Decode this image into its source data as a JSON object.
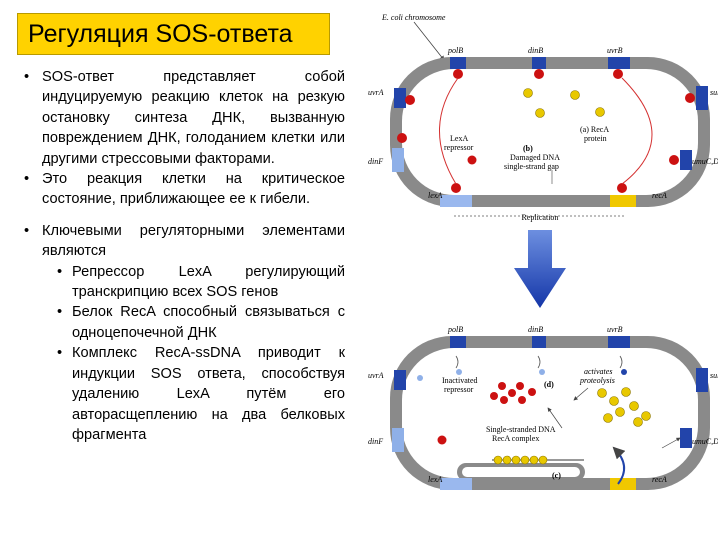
{
  "title": "Регуляция SOS-ответа",
  "bullets": [
    "SOS-ответ представляет собой индуцируемую реакцию клеток на резкую остановку синтеза ДНК, вызванную повреждением ДНК, голоданием клетки или другими стрессовыми факторами.",
    "Это реакция клетки на критическое состояние, приближающее ее к гибели.",
    "Ключевыми регуляторными элементами являются"
  ],
  "sub_bullets": [
    "Репрессор LexA регулирующий транскрипцию всех SOS генов",
    "Белок RecA способный связываться с одноцепочечной ДНК",
    "Комплекс RecA-ssDNA приводит к индукции SOS ответа, способствуя удалению LexA путём его авторасщеплению на два белковых фрагмента"
  ],
  "diagram": {
    "top_label": "E. coli chromosome",
    "genes": {
      "polB": "polB",
      "dinB": "dinB",
      "uvrB": "uvrB",
      "uvrA": "uvrA",
      "sulA": "sulA",
      "dinF": "dinF",
      "umuCD": "umuC,D",
      "lexA": "lexA",
      "recA": "recA"
    },
    "panel_b": {
      "letter": "(b)",
      "damaged": "Damaged DNA",
      "gap": "single-strand gap",
      "lexa_repressor": [
        "LexA",
        "repressor"
      ],
      "reca_protein": [
        "(a) RecA",
        "protein"
      ]
    },
    "replication": "Replication",
    "panel_d": {
      "letter": "(d)",
      "inactivated": [
        "Inactivated",
        "repressor"
      ],
      "activates": [
        "activates",
        "proteolysis"
      ]
    },
    "panel_c": {
      "letter": "(c)",
      "complex": [
        "Single-stranded DNA",
        "RecA complex"
      ]
    },
    "colors": {
      "title_bg": "#ffd200",
      "chromosome": "#808080",
      "gene_blue": "#2244aa",
      "gene_lightblue": "#8fb0e8",
      "gene_yellow": "#f0c800",
      "lexa": "#cc1111",
      "reca": "#e8c800",
      "arrow": "#1f4fc8"
    }
  }
}
